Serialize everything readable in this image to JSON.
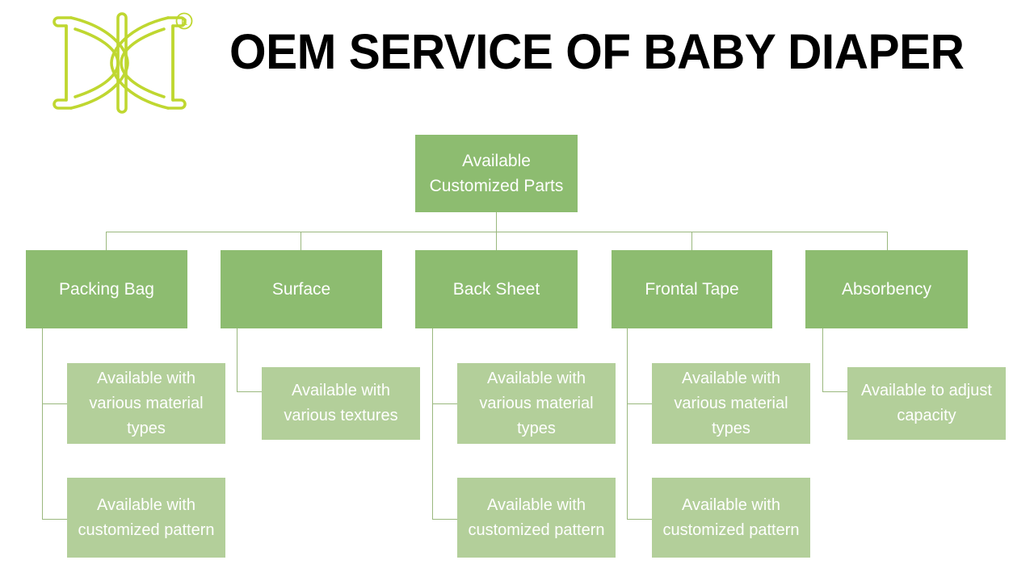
{
  "header": {
    "title": "OEM SERVICE OF BABY DIAPER",
    "logo": {
      "name": "dc-monogram-logo",
      "trademark": "®",
      "color": "#BFD730"
    }
  },
  "palette": {
    "root_fill": "#8DBC70",
    "branch_fill": "#8DBC70",
    "leaf_fill": "#B3CF9A",
    "connector": "#9AB87E",
    "node_text": "#FFFFFF",
    "title_text": "#000000",
    "background": "#FFFFFF"
  },
  "diagram": {
    "type": "tree",
    "root": {
      "label": "Available Customized Parts",
      "line1": "Available",
      "line2": "Customized Parts"
    },
    "branches": [
      {
        "label": "Packing Bag",
        "children": [
          {
            "label": "Available with various material types"
          },
          {
            "label": "Available with customized pattern"
          }
        ]
      },
      {
        "label": "Surface",
        "children": [
          {
            "label": "Available with various textures"
          }
        ]
      },
      {
        "label": "Back Sheet",
        "children": [
          {
            "label": "Available with various material types"
          },
          {
            "label": "Available with customized pattern"
          }
        ]
      },
      {
        "label": "Frontal Tape",
        "children": [
          {
            "label": "Available with various material types"
          },
          {
            "label": "Available with customized pattern"
          }
        ]
      },
      {
        "label": "Absorbency",
        "children": [
          {
            "label": "Available to adjust capacity"
          }
        ]
      }
    ]
  }
}
